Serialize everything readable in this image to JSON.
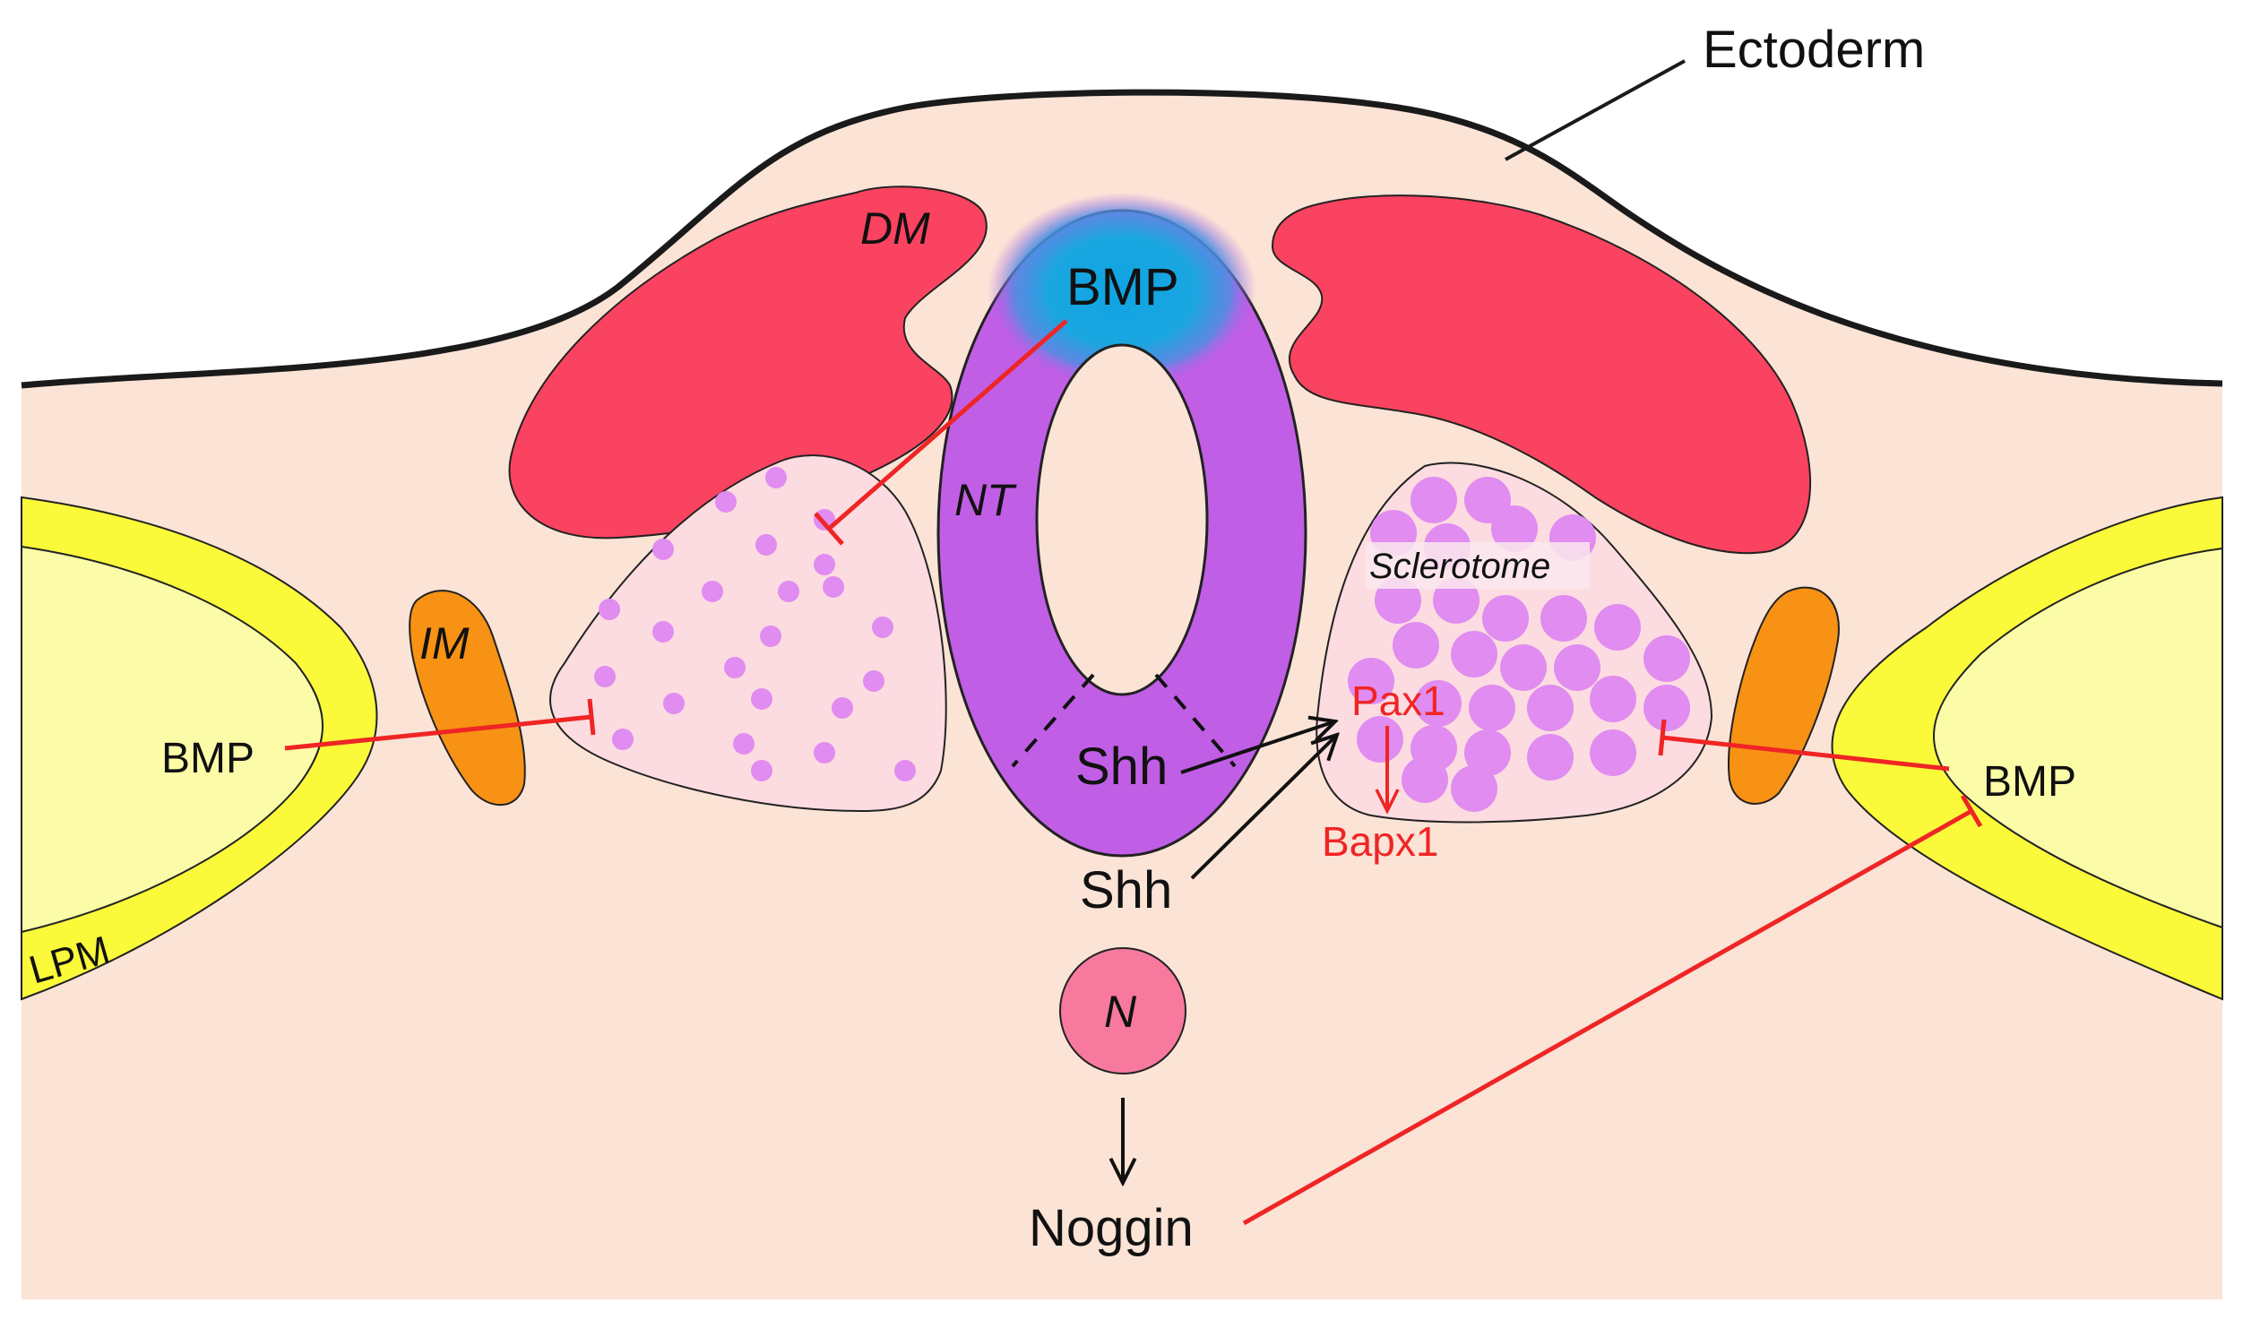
{
  "labels": {
    "ectoderm": "Ectoderm",
    "dm": "DM",
    "nt": "NT",
    "bmp_top": "BMP",
    "im": "IM",
    "bmp_left": "BMP",
    "lpm": "LPM",
    "sclerotome": "Sclerotome",
    "pax1": "Pax1",
    "bapx1": "Bapx1",
    "shh_floor": "Shh",
    "shh_notochord": "Shh",
    "bmp_right": "BMP",
    "n": "N",
    "noggin": "Noggin"
  },
  "colors": {
    "tissue": "#fbe3d6",
    "dermomyotome": "#fa4360",
    "neural_tube": "#c15ee6",
    "bmp_glow": "#1aa6e0",
    "sclerotome_fill": "#fcdce0",
    "sclerotome_dots": "#e08cf0",
    "intermediate_mesoderm": "#f89214",
    "lpm_outer": "#fafa3a",
    "lpm_inner": "#fcfca8",
    "notochord": "#f77a9e",
    "inhibition": "#ef2525",
    "activation": "#111111"
  }
}
